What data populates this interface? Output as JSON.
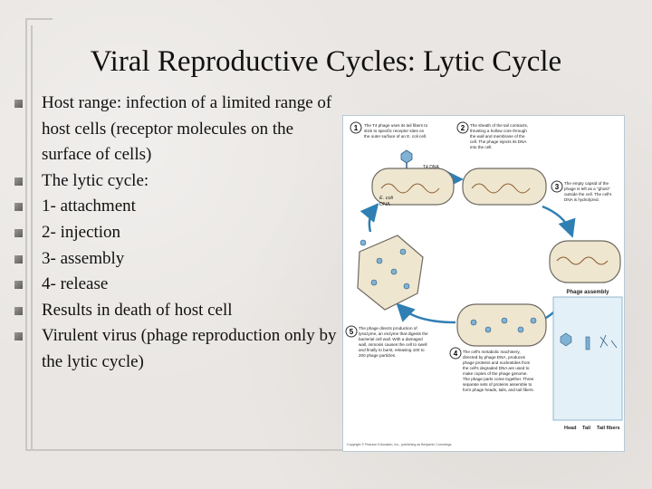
{
  "slide": {
    "title": "Viral Reproductive Cycles: Lytic Cycle",
    "bullets": [
      "Host range: infection of a limited range of host cells (receptor molecules on the surface of cells)",
      "The lytic cycle:",
      "1- attachment",
      "2- injection",
      "3- assembly",
      "4- release",
      "Results in death of host cell",
      "Virulent virus (phage reproduction only by the lytic cycle)"
    ]
  },
  "figure": {
    "step1_number": "1",
    "step1_text": [
      "The T4 phage uses its tail fibers to",
      "stick to specific receptor sites on",
      "the outer surface of an E. coli cell."
    ],
    "step2_number": "2",
    "step2_text": [
      "The sheath of the tail contracts,",
      "thrusting a hollow core through",
      "the wall and membrane of the",
      "cell. The phage injects its DNA",
      "into the cell."
    ],
    "t4_dna_label": "T4 DNA",
    "ecoli_label_1": "E. coli",
    "ecoli_label_2": "DNA",
    "step3_number": "3",
    "step3_text": [
      "The empty capsid of the",
      "phage is left as a \"ghost\"",
      "outside the cell. The cell's",
      "DNA is hydrolyzed."
    ],
    "phage_assembly_label": "Phage assembly",
    "step5_number": "5",
    "step5_text": [
      "The phage directs production of",
      "lysozyme, an enzyme that digests the",
      "bacterial cell wall. With a damaged",
      "wall, osmosis causes the cell to swell",
      "and finally to burst, releasing 100 to",
      "200 phage particles."
    ],
    "step4_number": "4",
    "step4_text": [
      "The cell's metabolic machinery,",
      "directed by phage DNA, produces",
      "phage proteins and nucleotides from",
      "the cell's degraded DNA are used to",
      "make copies of the phage genome.",
      "The phage parts come together. Three",
      "separate sets of proteins assemble to",
      "form phage heads, tails, and tail fibers."
    ],
    "part_labels": [
      "Head",
      "Tail",
      "Tail fibers"
    ],
    "credit": "Copyright © Pearson Education, Inc., publishing as Benjamin Cummings."
  },
  "colors": {
    "accent_blue": "#2f7fb3",
    "cell_fill": "#efe6cf",
    "cell_stroke": "#6d6a62",
    "dna_brown": "#8a5a2b",
    "light_blue": "#e3f0f7"
  }
}
